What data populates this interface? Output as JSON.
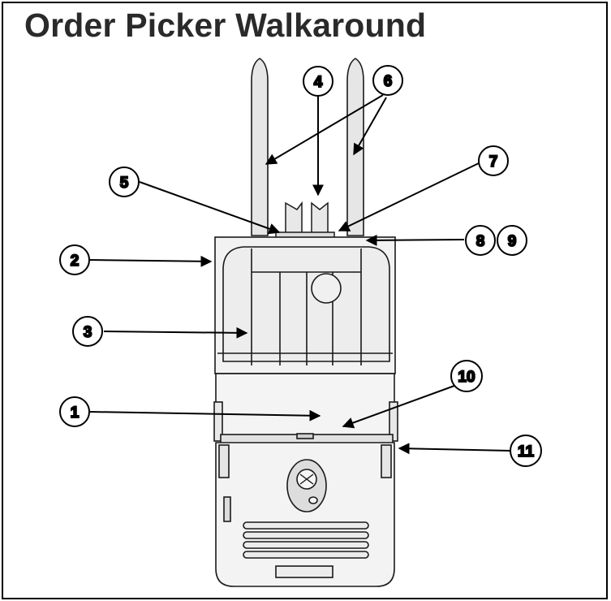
{
  "title": "Order Picker Walkaround",
  "callouts": [
    {
      "id": "c1",
      "label": "1"
    },
    {
      "id": "c2",
      "label": "2"
    },
    {
      "id": "c3",
      "label": "3"
    },
    {
      "id": "c4",
      "label": "4"
    },
    {
      "id": "c5",
      "label": "5"
    },
    {
      "id": "c6",
      "label": "6"
    },
    {
      "id": "c7",
      "label": "7"
    },
    {
      "id": "c8",
      "label": "8"
    },
    {
      "id": "c9",
      "label": "9"
    },
    {
      "id": "c10",
      "label": "10"
    },
    {
      "id": "c11",
      "label": "11"
    }
  ],
  "colors": {
    "body_fill": "#f2f2f2",
    "fork_fill": "#e6e6e6",
    "outline": "#1a1a1a",
    "title": "#2a2a2a"
  }
}
